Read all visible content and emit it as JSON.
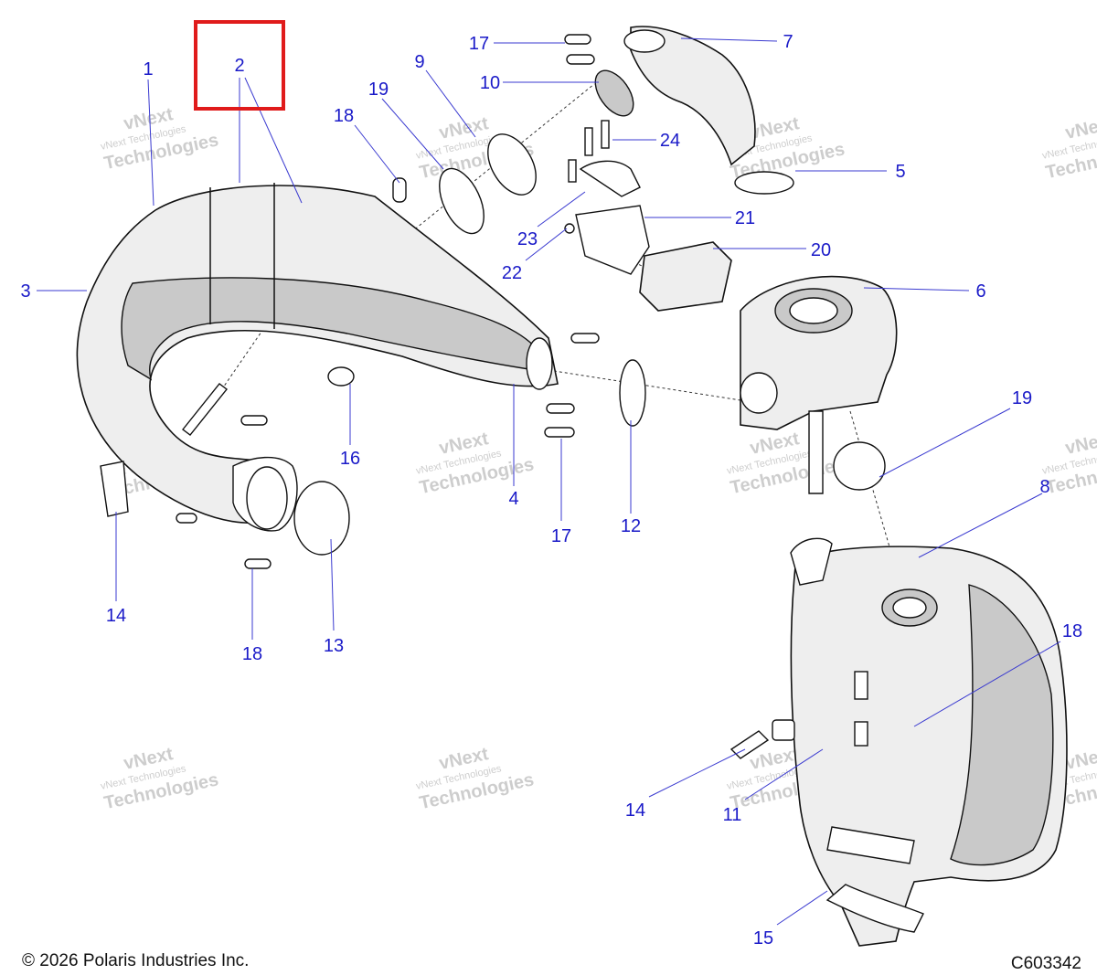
{
  "diagram": {
    "copyright": "© 2026 Polaris Industries Inc.",
    "figure_code": "C603342",
    "watermark": {
      "line1": "vNext Technologies",
      "line2": "Technologies",
      "line3": "vNext"
    },
    "highlighted_callout": "2",
    "callouts": {
      "c1": "1",
      "c2": "2",
      "c3": "3",
      "c4": "4",
      "c5": "5",
      "c6": "6",
      "c7": "7",
      "c8": "8",
      "c9": "9",
      "c10": "10",
      "c11": "11",
      "c12": "12",
      "c13": "13",
      "c14a": "14",
      "c14b": "14",
      "c15": "15",
      "c16": "16",
      "c17a": "17",
      "c17b": "17",
      "c18a": "18",
      "c18b": "18",
      "c18c": "18",
      "c19a": "19",
      "c19b": "19",
      "c20": "20",
      "c21": "21",
      "c22": "22",
      "c23": "23",
      "c24": "24"
    },
    "colors": {
      "callout": "#1a1ac8",
      "highlight": "#e01b1b",
      "leader": "#3a3ad0"
    }
  }
}
